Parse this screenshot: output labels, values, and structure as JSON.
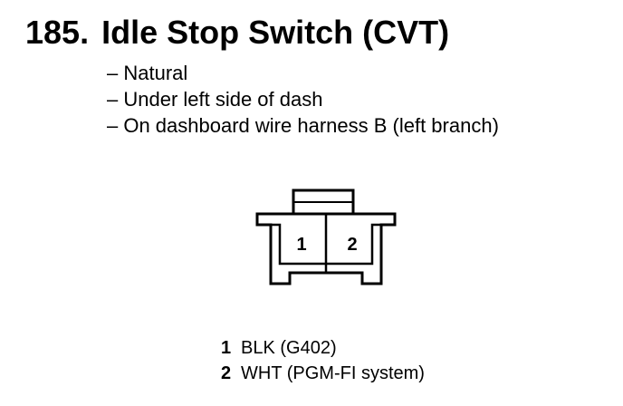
{
  "heading": {
    "number": "185.",
    "title": "Idle Stop Switch (CVT)"
  },
  "notes": [
    "– Natural",
    "– Under left side of dash",
    "– On dashboard wire harness B (left branch)"
  ],
  "connector": {
    "pin_labels": [
      "1",
      "2"
    ]
  },
  "pins": [
    {
      "number": "1",
      "wire": "BLK (G402)"
    },
    {
      "number": "2",
      "wire": "WHT (PGM-FI system)"
    }
  ]
}
